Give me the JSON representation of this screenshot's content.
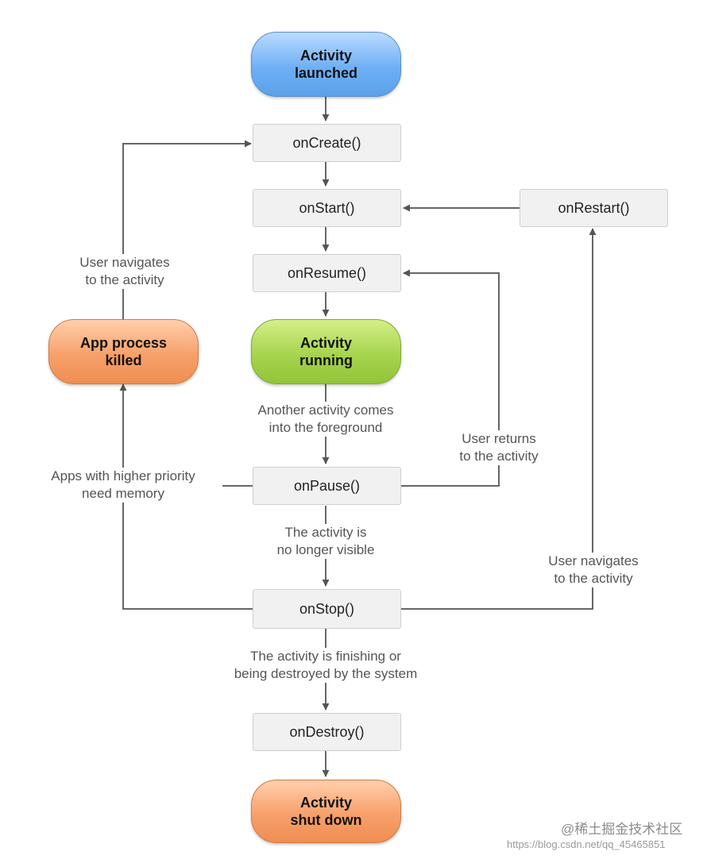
{
  "nodes": {
    "activity_launched": "Activity\nlaunched",
    "on_create": "onCreate()",
    "on_start": "onStart()",
    "on_restart": "onRestart()",
    "on_resume": "onResume()",
    "activity_running": "Activity\nrunning",
    "app_process_killed": "App process\nkilled",
    "on_pause": "onPause()",
    "on_stop": "onStop()",
    "on_destroy": "onDestroy()",
    "activity_shut_down": "Activity\nshut down"
  },
  "edge_labels": {
    "user_navigates_left": "User navigates\nto the activity",
    "another_activity": "Another activity comes\ninto the foreground",
    "user_returns": "User returns\nto the activity",
    "apps_higher_priority": "Apps with higher priority\nneed memory",
    "no_longer_visible": "The activity is\nno longer visible",
    "user_navigates_right": "User navigates\nto the activity",
    "finishing": "The activity is finishing or\nbeing destroyed by the system"
  },
  "watermark": {
    "brand": "@稀土掘金技术社区",
    "url": "https://blog.csdn.net/qq_45465851"
  }
}
